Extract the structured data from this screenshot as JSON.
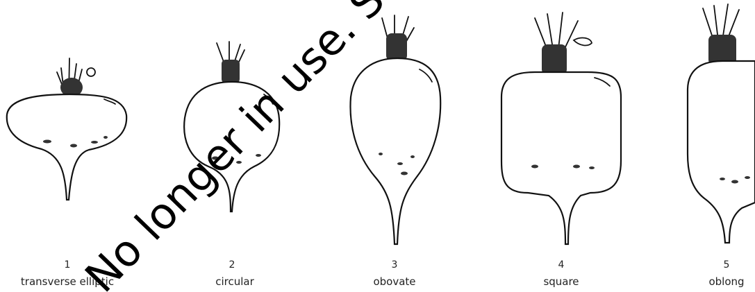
{
  "shapes": [
    {
      "number": "1",
      "label": "transverse elliptic"
    },
    {
      "number": "2",
      "label": "circular"
    },
    {
      "number": "3",
      "label": "obovate"
    },
    {
      "number": "4",
      "label": "square"
    },
    {
      "number": "5",
      "label": "oblong"
    }
  ],
  "watermark": "No longer in use. See"
}
